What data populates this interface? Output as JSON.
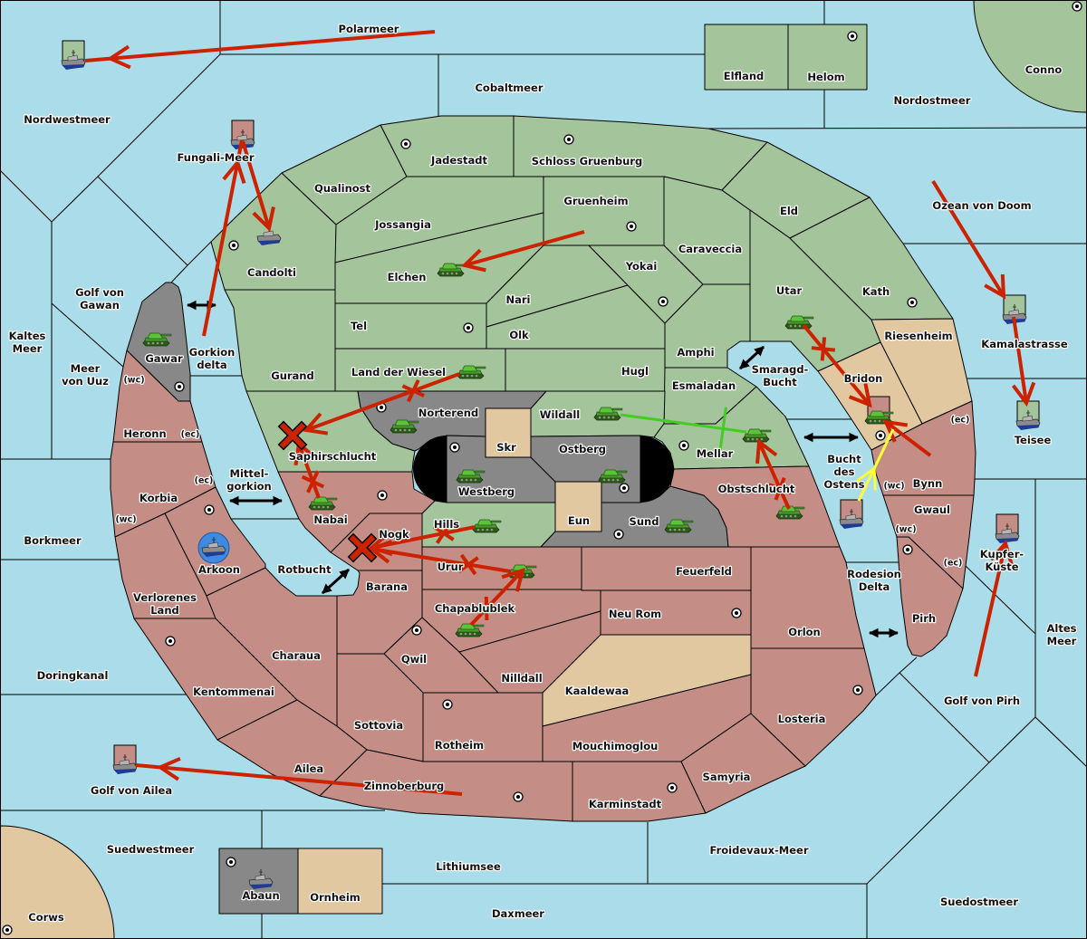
{
  "powers": {
    "green": {
      "color": "#a4c49b"
    },
    "pink": {
      "color": "#c48e86"
    },
    "tan": {
      "color": "#e2c8a0"
    },
    "gray": {
      "color": "#888888"
    }
  },
  "colors": {
    "sea": "#aadde9",
    "border": "#000000",
    "impassable": "#000000",
    "move_line": "#cc2200",
    "failed_marker": "#cc2200",
    "support_hold_line": "#44cc22",
    "support_move_line": "#ffff33",
    "crossing_arrow": "#000000",
    "highlight_circle": "#3d8be0",
    "supply_center": "#ffffff"
  },
  "seas": {
    "polarmeer": {
      "label": [
        "Polarmeer"
      ]
    },
    "cobaltmeer": {
      "label": [
        "Cobaltmeer"
      ]
    },
    "nordostmeer": {
      "label": [
        "Nordostmeer"
      ]
    },
    "nordwestmeer": {
      "label": [
        "Nordwestmeer"
      ]
    },
    "fungali-meer": {
      "label": [
        "Fungali-Meer"
      ]
    },
    "ozean-von-doom": {
      "label": [
        "Ozean von Doom"
      ]
    },
    "golf-von-gawan": {
      "label": [
        "Golf von",
        "Gawan"
      ]
    },
    "kaltes-meer": {
      "label": [
        "Kaltes",
        "Meer"
      ]
    },
    "meer-von-uuz": {
      "label": [
        "Meer",
        "von Uuz"
      ]
    },
    "gorkion-delta": {
      "label": [
        "Gorkion",
        "delta"
      ]
    },
    "smaragd-bucht": {
      "label": [
        "Smaragd-",
        "Bucht"
      ]
    },
    "kamalastrasse": {
      "label": [
        "Kamalastrasse"
      ]
    },
    "teisee": {
      "label": [
        "Teisee"
      ]
    },
    "mittelgorkion": {
      "label": [
        "Mittel-",
        "gorkion"
      ]
    },
    "bucht-des-ostens": {
      "label": [
        "Bucht",
        "des",
        "Ostens"
      ]
    },
    "borkmeer": {
      "label": [
        "Borkmeer"
      ]
    },
    "rotbucht": {
      "label": [
        "Rotbucht"
      ]
    },
    "rodesion-delta": {
      "label": [
        "Rodesion",
        "Delta"
      ]
    },
    "kupfer-kueste": {
      "label": [
        "Kupfer-",
        "Küste"
      ]
    },
    "altes-meer": {
      "label": [
        "Altes",
        "Meer"
      ]
    },
    "doringkanal": {
      "label": [
        "Doringkanal"
      ]
    },
    "golf-von-pirh": {
      "label": [
        "Golf von Pirh"
      ]
    },
    "golf-von-ailea": {
      "label": [
        "Golf von Ailea"
      ]
    },
    "suedwestmeer": {
      "label": [
        "Suedwestmeer"
      ]
    },
    "froidevaux-meer": {
      "label": [
        "Froidevaux-Meer"
      ]
    },
    "lithiumsee": {
      "label": [
        "Lithiumsee"
      ]
    },
    "daxmeer": {
      "label": [
        "Daxmeer"
      ]
    },
    "suedostmeer": {
      "label": [
        "Suedostmeer"
      ]
    }
  },
  "lands": {
    "elfland": {
      "label": [
        "Elfland"
      ],
      "owner": "green",
      "supply_center": false
    },
    "helom": {
      "label": [
        "Helom"
      ],
      "owner": "green",
      "supply_center": true
    },
    "conno": {
      "label": [
        "Conno"
      ],
      "owner": "green",
      "supply_center": true
    },
    "candolti": {
      "label": [
        "Candolti"
      ],
      "owner": "green",
      "supply_center": true
    },
    "qualinost": {
      "label": [
        "Qualinost"
      ],
      "owner": "green",
      "supply_center": false
    },
    "jadestadt": {
      "label": [
        "Jadestadt"
      ],
      "owner": "green",
      "supply_center": true
    },
    "schloss-gruenburg": {
      "label": [
        "Schloss Gruenburg"
      ],
      "owner": "green",
      "supply_center": true
    },
    "jossangia": {
      "label": [
        "Jossangia"
      ],
      "owner": "green",
      "supply_center": false
    },
    "gruenheim": {
      "label": [
        "Gruenheim"
      ],
      "owner": "green",
      "supply_center": true
    },
    "elchen": {
      "label": [
        "Elchen"
      ],
      "owner": "green",
      "supply_center": false
    },
    "tel": {
      "label": [
        "Tel"
      ],
      "owner": "green",
      "supply_center": true
    },
    "nari": {
      "label": [
        "Nari"
      ],
      "owner": "green",
      "supply_center": false
    },
    "olk": {
      "label": [
        "Olk"
      ],
      "owner": "green",
      "supply_center": false
    },
    "land-der-wiesel": {
      "label": [
        "Land der Wiesel"
      ],
      "owner": "green",
      "supply_center": false
    },
    "hugl": {
      "label": [
        "Hugl"
      ],
      "owner": "green",
      "supply_center": false
    },
    "yokai": {
      "label": [
        "Yokai"
      ],
      "owner": "green",
      "supply_center": true
    },
    "caraveccia": {
      "label": [
        "Caraveccia"
      ],
      "owner": "green",
      "supply_center": false
    },
    "amphi": {
      "label": [
        "Amphi"
      ],
      "owner": "green",
      "supply_center": false
    },
    "eld": {
      "label": [
        "Eld"
      ],
      "owner": "green",
      "supply_center": false
    },
    "utar": {
      "label": [
        "Utar"
      ],
      "owner": "green",
      "supply_center": false
    },
    "kath": {
      "label": [
        "Kath"
      ],
      "owner": "green",
      "supply_center": true
    },
    "esmaladan": {
      "label": [
        "Esmaladan"
      ],
      "owner": "green",
      "supply_center": false
    },
    "wildall": {
      "label": [
        "Wildall"
      ],
      "owner": "green",
      "supply_center": false
    },
    "mellar": {
      "label": [
        "Mellar"
      ],
      "owner": "green",
      "supply_center": true
    },
    "gurand": {
      "label": [
        "Gurand"
      ],
      "owner": "green",
      "supply_center": false
    },
    "saphirschlucht": {
      "label": [
        "Saphirschlucht"
      ],
      "owner": "green",
      "supply_center": false
    },
    "hills": {
      "label": [
        "Hills"
      ],
      "owner": "green",
      "supply_center": false
    },
    "gawar": {
      "label": [
        "Gawar"
      ],
      "owner": "gray",
      "supply_center": true
    },
    "norterend": {
      "label": [
        "Norterend"
      ],
      "owner": "gray",
      "supply_center": true
    },
    "westberg": {
      "label": [
        "Westberg"
      ],
      "owner": "gray",
      "supply_center": true
    },
    "ostberg": {
      "label": [
        "Ostberg"
      ],
      "owner": "gray",
      "supply_center": true
    },
    "sund": {
      "label": [
        "Sund"
      ],
      "owner": "gray",
      "supply_center": true
    },
    "abaun": {
      "label": [
        "Abaun"
      ],
      "owner": "gray",
      "supply_center": true
    },
    "skr": {
      "label": [
        "Skr"
      ],
      "owner": "tan",
      "supply_center": false
    },
    "eun": {
      "label": [
        "Eun"
      ],
      "owner": "tan",
      "supply_center": false
    },
    "riesenheim": {
      "label": [
        "Riesenheim"
      ],
      "owner": "tan",
      "supply_center": false
    },
    "bridon": {
      "label": [
        "Bridon"
      ],
      "owner": "tan",
      "supply_center": true
    },
    "kaaldewaa": {
      "label": [
        "Kaaldewaa"
      ],
      "owner": "tan",
      "supply_center": false
    },
    "ornheim": {
      "label": [
        "Ornheim"
      ],
      "owner": "tan",
      "supply_center": false
    },
    "corws": {
      "label": [
        "Corws"
      ],
      "owner": "tan",
      "supply_center": true
    },
    "heronn": {
      "label": [
        "Heronn"
      ],
      "owner": "pink",
      "supply_center": false
    },
    "korbia": {
      "label": [
        "Korbia"
      ],
      "owner": "pink",
      "supply_center": false
    },
    "arkoon": {
      "label": [
        "Arkoon"
      ],
      "owner": "pink",
      "supply_center": true
    },
    "verlorenes-land": {
      "label": [
        "Verlorenes",
        "Land"
      ],
      "owner": "pink",
      "supply_center": false
    },
    "kentommenai": {
      "label": [
        "Kentommenai"
      ],
      "owner": "pink",
      "supply_center": true
    },
    "charaua": {
      "label": [
        "Charaua"
      ],
      "owner": "pink",
      "supply_center": false
    },
    "barana": {
      "label": [
        "Barana"
      ],
      "owner": "pink",
      "supply_center": false
    },
    "nogk": {
      "label": [
        "Nogk"
      ],
      "owner": "pink",
      "supply_center": false
    },
    "nabai": {
      "label": [
        "Nabai"
      ],
      "owner": "pink",
      "supply_center": true
    },
    "urur": {
      "label": [
        "Urur"
      ],
      "owner": "pink",
      "supply_center": false
    },
    "chapablublek": {
      "label": [
        "Chapablublek"
      ],
      "owner": "pink",
      "supply_center": false
    },
    "qwil": {
      "label": [
        "Qwil"
      ],
      "owner": "pink",
      "supply_center": true
    },
    "nilldall": {
      "label": [
        "Nilldall"
      ],
      "owner": "pink",
      "supply_center": false
    },
    "rotheim": {
      "label": [
        "Rotheim"
      ],
      "owner": "pink",
      "supply_center": true
    },
    "sottovia": {
      "label": [
        "Sottovia"
      ],
      "owner": "pink",
      "supply_center": false
    },
    "ailea": {
      "label": [
        "Ailea"
      ],
      "owner": "pink",
      "supply_center": false
    },
    "zinnoberburg": {
      "label": [
        "Zinnoberburg"
      ],
      "owner": "pink",
      "supply_center": true
    },
    "mouchimoglou": {
      "label": [
        "Mouchimoglou"
      ],
      "owner": "pink",
      "supply_center": false
    },
    "karminstadt": {
      "label": [
        "Karminstadt"
      ],
      "owner": "pink",
      "supply_center": true
    },
    "samyria": {
      "label": [
        "Samyria"
      ],
      "owner": "pink",
      "supply_center": false
    },
    "losteria": {
      "label": [
        "Losteria"
      ],
      "owner": "pink",
      "supply_center": true
    },
    "orlon": {
      "label": [
        "Orlon"
      ],
      "owner": "pink",
      "supply_center": false
    },
    "feuerfeld": {
      "label": [
        "Feuerfeld"
      ],
      "owner": "pink",
      "supply_center": false
    },
    "neu-rom": {
      "label": [
        "Neu Rom"
      ],
      "owner": "pink",
      "supply_center": true
    },
    "obstschlucht": {
      "label": [
        "Obstschlucht"
      ],
      "owner": "pink",
      "supply_center": false
    },
    "bynn": {
      "label": [
        "Bynn"
      ],
      "owner": "pink",
      "supply_center": false
    },
    "gwaul": {
      "label": [
        "Gwaul"
      ],
      "owner": "pink",
      "supply_center": false
    },
    "pirh": {
      "label": [
        "Pirh"
      ],
      "owner": "pink",
      "supply_center": true
    }
  },
  "coasts": [
    {
      "province": "heronn",
      "label": "(wc)"
    },
    {
      "province": "heronn",
      "label": "(ec)"
    },
    {
      "province": "korbia",
      "label": "(ec)"
    },
    {
      "province": "korbia",
      "label": "(wc)"
    },
    {
      "province": "bynn",
      "label": "(ec)"
    },
    {
      "province": "bynn",
      "label": "(wc)"
    },
    {
      "province": "gwaul",
      "label": "(wc)"
    },
    {
      "province": "gwaul",
      "label": "(ec)"
    }
  ],
  "units": [
    {
      "type": "fleet",
      "province": "nordwestmeer",
      "marker": "green"
    },
    {
      "type": "fleet",
      "province": "fungali-meer",
      "marker": "pink"
    },
    {
      "type": "fleet",
      "province": "candolti"
    },
    {
      "type": "army",
      "province": "gawar"
    },
    {
      "type": "army",
      "province": "elchen"
    },
    {
      "type": "army",
      "province": "land-der-wiesel"
    },
    {
      "type": "army",
      "province": "norterend"
    },
    {
      "type": "army",
      "province": "nabai"
    },
    {
      "type": "army",
      "province": "westberg"
    },
    {
      "type": "army",
      "province": "ostberg"
    },
    {
      "type": "army",
      "province": "wildall"
    },
    {
      "type": "army",
      "province": "mellar"
    },
    {
      "type": "army",
      "province": "utar"
    },
    {
      "type": "army",
      "province": "bridon",
      "marker": "pink"
    },
    {
      "type": "fleet",
      "province": "bucht-des-ostens",
      "marker": "pink"
    },
    {
      "type": "army",
      "province": "obstschlucht"
    },
    {
      "type": "army",
      "province": "sund"
    },
    {
      "type": "army",
      "province": "hills"
    },
    {
      "type": "army",
      "province": "urur"
    },
    {
      "type": "army",
      "province": "chapablublek"
    },
    {
      "type": "fleet",
      "province": "arkoon",
      "highlight": "circle"
    },
    {
      "type": "fleet",
      "province": "golf-von-ailea",
      "marker": "pink"
    },
    {
      "type": "fleet",
      "province": "abaun"
    },
    {
      "type": "fleet",
      "province": "kamalastrasse",
      "marker": "green"
    },
    {
      "type": "fleet",
      "province": "teisee",
      "marker": "green"
    },
    {
      "type": "fleet",
      "province": "kupfer-kueste",
      "marker": "pink"
    }
  ],
  "orders": [
    {
      "type": "move",
      "from": "polarmeer",
      "to": "nordwestmeer",
      "result": "success"
    },
    {
      "type": "move",
      "from": "gorkion-delta",
      "to": "fungali-meer",
      "result": "success"
    },
    {
      "type": "move",
      "from": "fungali-meer",
      "to": "candolti",
      "result": "success"
    },
    {
      "type": "move",
      "from": "gruenheim",
      "to": "elchen",
      "result": "success"
    },
    {
      "type": "move",
      "from": "land-der-wiesel",
      "to": "saphirschlucht",
      "result": "failed"
    },
    {
      "type": "move",
      "from": "nabai",
      "to": "saphirschlucht",
      "result": "failed"
    },
    {
      "type": "move",
      "from": "hills",
      "to": "nogk",
      "result": "failed"
    },
    {
      "type": "move",
      "from": "urur",
      "to": "nogk",
      "result": "failed"
    },
    {
      "type": "move",
      "from": "chapablublek",
      "to": "urur",
      "result": "failed"
    },
    {
      "type": "move",
      "from": "utar",
      "to": "bridon",
      "result": "failed"
    },
    {
      "type": "move",
      "from": "bynn",
      "to": "bridon",
      "result": "success"
    },
    {
      "type": "support-move",
      "from": "bucht-des-ostens",
      "to": "bridon",
      "result": "success"
    },
    {
      "type": "support-hold",
      "from": "wildall",
      "to": "mellar",
      "result": "success"
    },
    {
      "type": "move",
      "from": "obstschlucht",
      "to": "mellar",
      "result": "failed"
    },
    {
      "type": "move",
      "from": "ozean-von-doom",
      "to": "kamalastrasse",
      "result": "success"
    },
    {
      "type": "move",
      "from": "kamalastrasse",
      "to": "teisee",
      "result": "success"
    },
    {
      "type": "move",
      "from": "golf-von-pirh",
      "to": "kupfer-kueste",
      "result": "success"
    },
    {
      "type": "move",
      "from": "zinnoberburg",
      "to": "golf-von-ailea",
      "result": "success"
    }
  ],
  "standoffs": [
    "saphirschlucht",
    "nogk"
  ],
  "crossings": [
    "gorkion-delta",
    "mittelgorkion",
    "rotbucht",
    "smaragd-bucht",
    "bucht-des-ostens",
    "rodesion-delta"
  ]
}
